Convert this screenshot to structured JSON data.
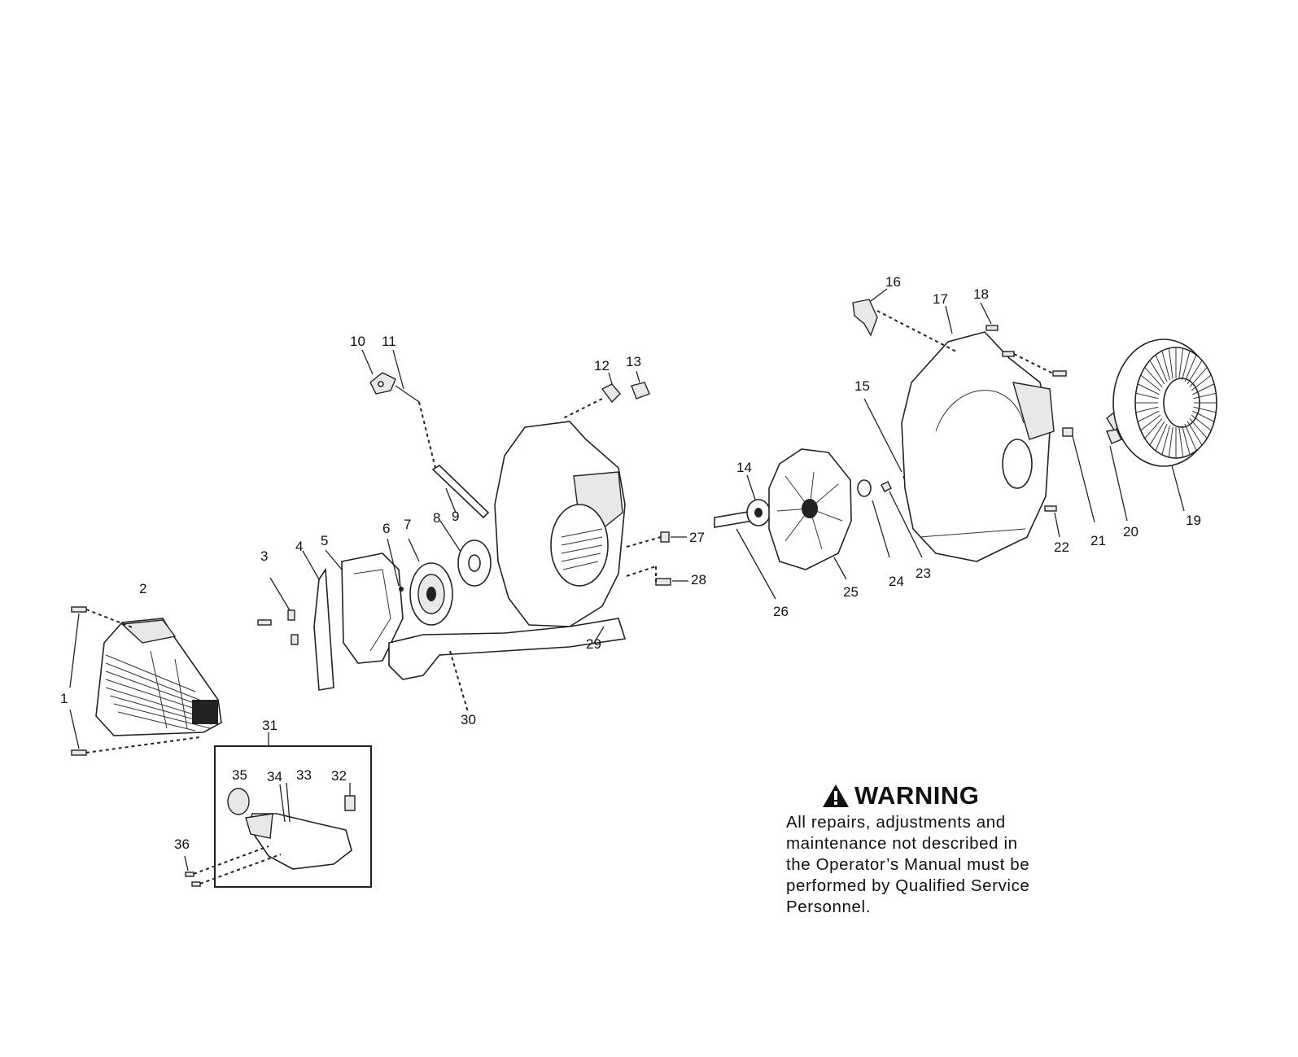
{
  "callouts": [
    {
      "n": "1"
    },
    {
      "n": "2"
    },
    {
      "n": "3"
    },
    {
      "n": "4"
    },
    {
      "n": "5"
    },
    {
      "n": "6"
    },
    {
      "n": "7"
    },
    {
      "n": "8"
    },
    {
      "n": "9"
    },
    {
      "n": "10"
    },
    {
      "n": "11"
    },
    {
      "n": "12"
    },
    {
      "n": "13"
    },
    {
      "n": "14"
    },
    {
      "n": "15"
    },
    {
      "n": "16"
    },
    {
      "n": "17"
    },
    {
      "n": "18"
    },
    {
      "n": "19"
    },
    {
      "n": "20"
    },
    {
      "n": "21"
    },
    {
      "n": "22"
    },
    {
      "n": "23"
    },
    {
      "n": "24"
    },
    {
      "n": "25"
    },
    {
      "n": "26"
    },
    {
      "n": "27"
    },
    {
      "n": "28"
    },
    {
      "n": "29"
    },
    {
      "n": "30"
    },
    {
      "n": "31"
    },
    {
      "n": "32"
    },
    {
      "n": "33"
    },
    {
      "n": "34"
    },
    {
      "n": "35"
    },
    {
      "n": "36"
    }
  ],
  "warning": {
    "title": "WARNING",
    "lines": [
      "All repairs, adjustments and",
      "maintenance not described in",
      "the Operator’s Manual must be",
      "performed by Qualified Service",
      "Personnel."
    ]
  }
}
